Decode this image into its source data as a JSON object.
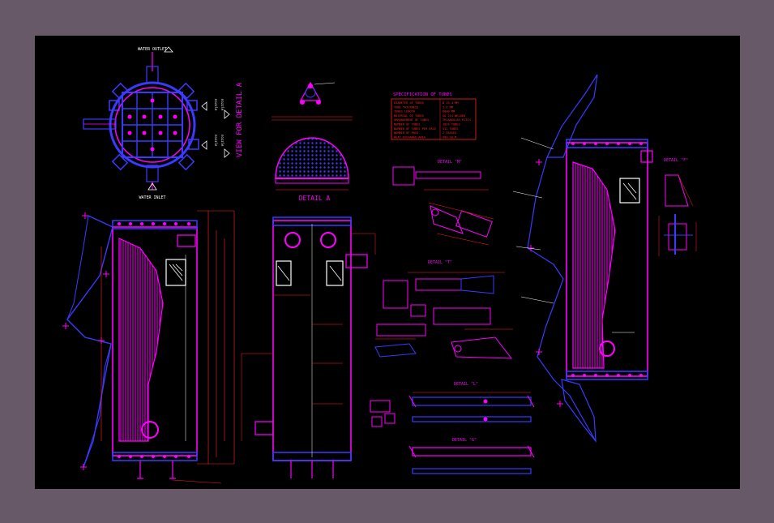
{
  "colors": {
    "frame_bg": "#675968",
    "sheet_bg": "#000000",
    "magenta": "#ff00ff",
    "blue": "#3a3aff",
    "red": "#ff2020",
    "white": "#ffffff"
  },
  "labels": {
    "water_outlet": "WATER OUTLET",
    "water_inlet": "WATER INLET",
    "view_for_detail_a": "VIEW FOR DETAIL A",
    "detail_a": "DETAIL A",
    "detail_m": "DETAIL \"M\"",
    "detail_t": "DETAIL \"T\"",
    "detail_f": "DETAIL \"F\"",
    "detail_l": "DETAIL \"L\"",
    "detail_g": "DETAIL \"G\""
  },
  "spec_table": {
    "title": "SPECIFICATION OF TUBES",
    "rows": [
      [
        "DIAMETER OF TUBES",
        "Ø 25.4 MM"
      ],
      [
        "TUBE THICKNESS",
        "1.6 MM"
      ],
      [
        "TUBES LENGTH",
        "6000 MM"
      ],
      [
        "MATERIAL OF TUBES",
        "SA 214 WELDED"
      ],
      [
        "ARRANGEMENT OF TUBES",
        "TRIANGULAR PITCH"
      ],
      [
        "NUMBER OF TUBES",
        "1024 TUBES"
      ],
      [
        "NUMBER OF TUBES PER PASS",
        "512 TUBES"
      ],
      [
        "NUMBER OF PASS",
        "2 PASSES"
      ],
      [
        "HEAT EXCHANGE AREA",
        "490 SQ.M"
      ]
    ]
  }
}
